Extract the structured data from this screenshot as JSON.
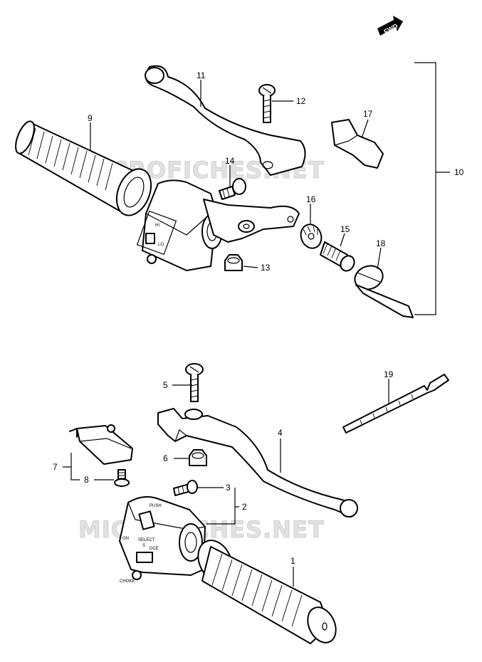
{
  "direction_badge": "FWD",
  "watermarks": [
    "MICROFICHES.NET",
    "MICROFICHES.NET"
  ],
  "callouts": [
    "1",
    "2",
    "3",
    "4",
    "5",
    "6",
    "7",
    "8",
    "9",
    "10",
    "11",
    "12",
    "13",
    "14",
    "15",
    "16",
    "17",
    "18",
    "19"
  ],
  "switch_labels": {
    "upper": [
      "HI",
      "LO"
    ],
    "lower_on": "ON",
    "lower_mode": [
      "SELECT",
      "S",
      "DCE"
    ],
    "lower_push": "PUSH",
    "lower_small": "CHOKE"
  }
}
